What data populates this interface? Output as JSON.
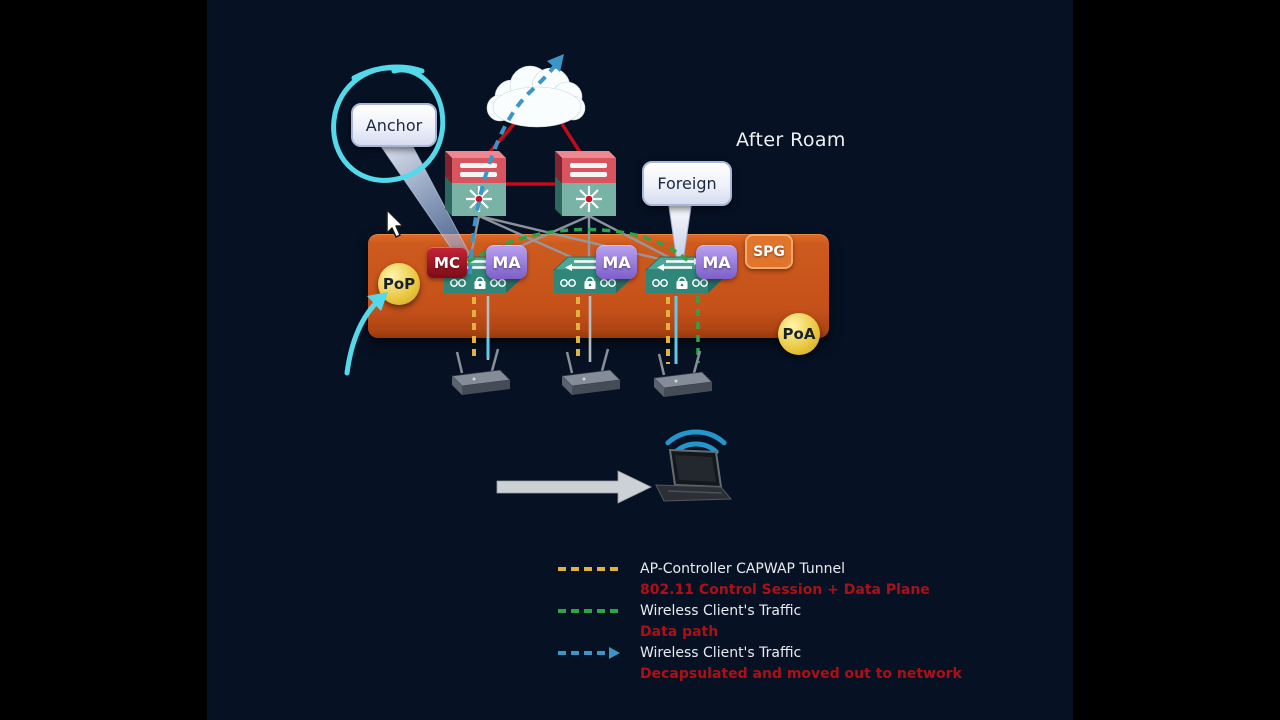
{
  "scene": {
    "after_roam": "After Roam",
    "anchor": "Anchor",
    "foreign": "Foreign"
  },
  "badges": {
    "mc": "MC",
    "ma": "MA",
    "spg": "SPG",
    "pop": "PoP",
    "poa": "PoA"
  },
  "legend": {
    "rows": [
      {
        "swatch": "yellow-dashed",
        "text": "AP-Controller CAPWAP Tunnel",
        "emphasis": "white"
      },
      {
        "swatch": "none",
        "text": "802.11 Control Session + Data Plane",
        "emphasis": "red"
      },
      {
        "swatch": "green-dashed",
        "text": "Wireless Client's Traffic",
        "emphasis": "white"
      },
      {
        "swatch": "none",
        "text": "Data path",
        "emphasis": "red"
      },
      {
        "swatch": "blue-dashed-arrow",
        "text": "Wireless Client's Traffic",
        "emphasis": "white"
      },
      {
        "swatch": "none",
        "text": "Decapsulated and moved out to network",
        "emphasis": "red"
      }
    ]
  },
  "colors": {
    "letterbox": "#000000",
    "slide_background": "#061123",
    "services_block_orange": "#c5511a",
    "capwap_dash_yellow": "#e2b23e",
    "client_traffic_dash_green": "#2da44a",
    "decap_dash_blue": "#3b96c8",
    "legend_red_text": "#ab1016",
    "annotation_cyan": "#54d9ea",
    "mc_badge_red": "#8f0f1f",
    "ma_badge_purple": "#8d6cd0",
    "spg_badge_orange": "#e0752b",
    "pop_poa_yellow": "#e8c43a"
  },
  "icons": {
    "cloud": "cloud-shape",
    "core_switch": "multilayer-switch-star",
    "access_switch": "secure-access-switch",
    "access_point": "wireless-ap",
    "laptop": "laptop",
    "wifi": "wifi-arcs",
    "cursor": "mouse-pointer"
  }
}
